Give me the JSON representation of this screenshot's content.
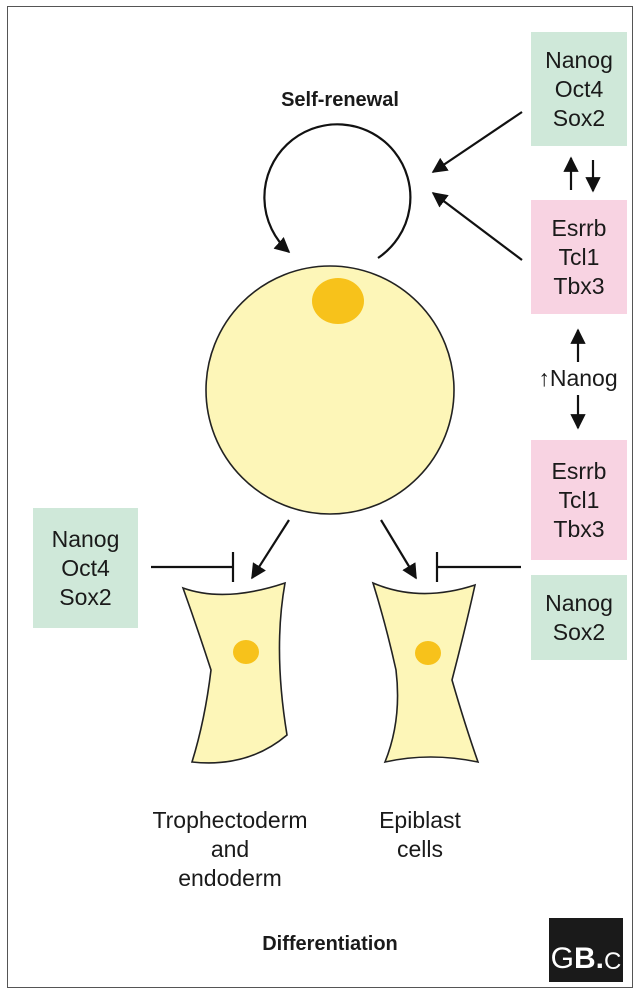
{
  "title": "Self-renewal",
  "footer": "Differentiation",
  "boxes": {
    "top_right": [
      "Nanog",
      "Oct4",
      "Sox2"
    ],
    "mid_right": [
      "Esrrb",
      "Tcl1",
      "Tbx3"
    ],
    "nanog_up": "↑Nanog",
    "low_right": [
      "Esrrb",
      "Tcl1",
      "Tbx3"
    ],
    "bottom_right": [
      "Nanog",
      "Sox2"
    ],
    "left": [
      "Nanog",
      "Oct4",
      "Sox2"
    ]
  },
  "cells": {
    "left_label": [
      "Trophectoderm",
      "and",
      "endoderm"
    ],
    "right_label": [
      "Epiblast",
      "cells"
    ]
  },
  "logo": {
    "g": "G",
    "b": "B",
    "dot": ".",
    "c": "C"
  },
  "colors": {
    "cell_fill": "#fdf6b8",
    "nucleus": "#f7c21b",
    "green_box": "#cfe8d9",
    "pink_box": "#f8d3e2"
  }
}
